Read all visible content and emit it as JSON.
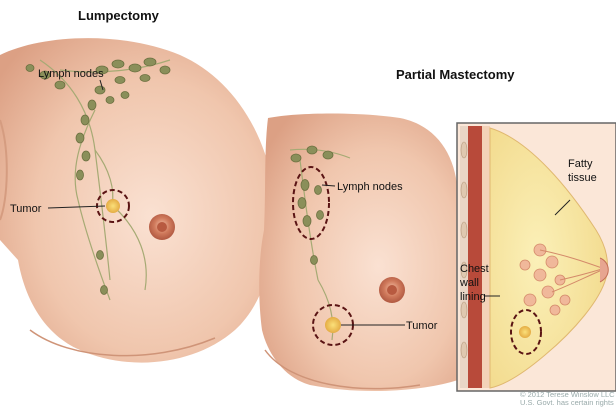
{
  "titles": {
    "left": "Lumpectomy",
    "right": "Partial Mastectomy"
  },
  "labels": {
    "left_lymph": "Lymph nodes",
    "left_tumor": "Tumor",
    "right_lymph": "Lymph nodes",
    "right_tumor": "Tumor",
    "fatty_1": "Fatty",
    "fatty_2": "tissue",
    "chest_1": "Chest",
    "chest_2": "wall",
    "chest_3": "lining"
  },
  "credit": {
    "line1": "© 2012 Terese Winslow LLC",
    "line2": "U.S. Govt. has certain rights"
  },
  "colors": {
    "skin": "#f2cdb7",
    "skin_shadow": "#e2aa8c",
    "nipple": "#c8674a",
    "lymph": "#8a8f5a",
    "tumor": "#e8b040",
    "dash": "#5a1414",
    "panel_border": "#666666"
  }
}
